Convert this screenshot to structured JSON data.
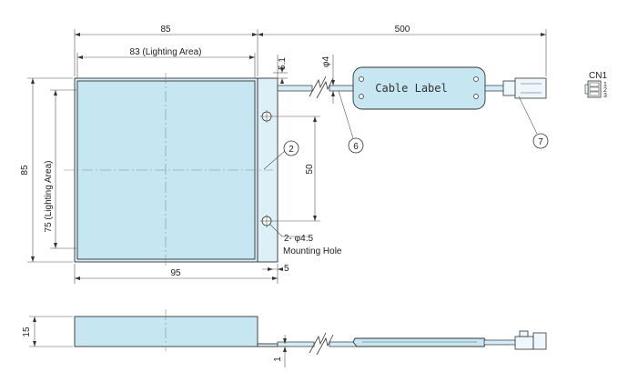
{
  "dimensions": {
    "top_width": "85",
    "lighting_width": "83 (Lighting Area)",
    "cable_length": "500",
    "tab_offset": "5.1",
    "cable_dia": "φ4",
    "height": "85",
    "lighting_height": "75 (Lighting Area)",
    "hole_pitch": "50",
    "hole_spec": "2- φ4.5",
    "mounting_hole": "Mounting Hole",
    "tab_width": "5",
    "overall_width": "95",
    "thickness": "15",
    "tab_thickness": "1"
  },
  "labels": {
    "cable_label": "Cable Label",
    "connector": "CN1",
    "pin1": "1",
    "pin2": "2",
    "pin3": "3"
  },
  "callouts": {
    "c2": "2",
    "c6": "6",
    "c7": "7"
  },
  "colors": {
    "panel": "#c6e6f1",
    "line": "#333333"
  }
}
